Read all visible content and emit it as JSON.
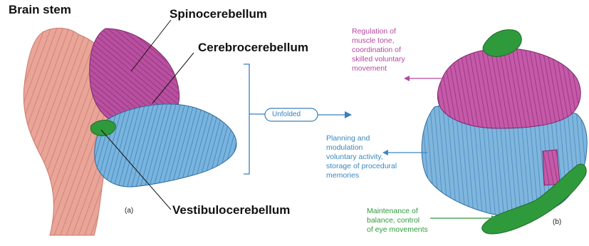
{
  "labels": {
    "brain_stem": "Brain stem",
    "spinocerebellum": "Spinocerebellum",
    "cerebrocerebellum": "Cerebrocerebellum",
    "vestibulocerebellum": "Vestibulocerebellum",
    "unfolded": "Unfolded",
    "panel_a": "(a)",
    "panel_b": "(b)"
  },
  "functions": {
    "spino": "Regulation of\nmuscle tone,\ncoordination of\nskilled voluntary\nmovement",
    "cerebro": "Planning and\nmodulation\nvoluntary activity,\nstorage of procedural\nmemories",
    "vestibulo": "Maintenance of\nbalance, control\nof eye movements"
  },
  "colors": {
    "spino": "#b5489e",
    "cerebro": "#3a88c0",
    "vestibulo": "#2f9a3c",
    "brain_stem": "#e8a091"
  }
}
